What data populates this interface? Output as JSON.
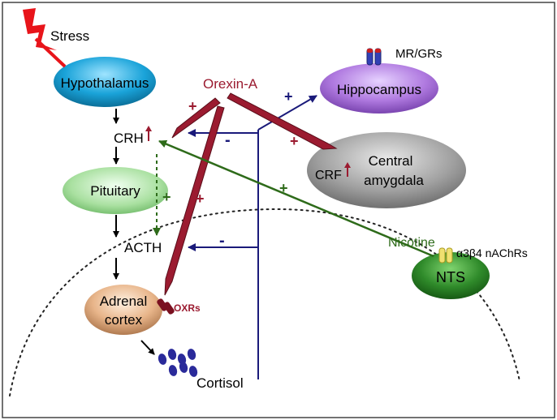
{
  "labels": {
    "stress": "Stress",
    "hypothalamus": "Hypothalamus",
    "orexin_a": "Orexin-A",
    "hippocampus": "Hippocampus",
    "mr_grs": "MR/GRs",
    "crh": "CRH",
    "crf": "CRF",
    "central_amygdala_line1": "Central",
    "central_amygdala_line2": "amygdala",
    "pituitary": "Pituitary",
    "nicotine": "Nicotine",
    "receptor_nachr": "α3β4 nAChRs",
    "nts": "NTS",
    "acth": "ACTH",
    "adrenal_line1": "Adrenal",
    "adrenal_line2": "cortex",
    "oxrs": "OXRs",
    "cortisol": "Cortisol"
  },
  "signs": {
    "plus": "+",
    "minus": "-"
  },
  "colors": {
    "orexin_red": "#9b1b30",
    "negative_blue": "#1a1a7a",
    "nicotine_green": "#2e6b1a",
    "hypothalamus": "#1aa3d9",
    "hippocampus": "#b07ae0",
    "amygdala": "#8a8a8a",
    "pituitary": "#a9e0a0",
    "nts": "#2f8a2a",
    "adrenal": "#e8b58a"
  }
}
